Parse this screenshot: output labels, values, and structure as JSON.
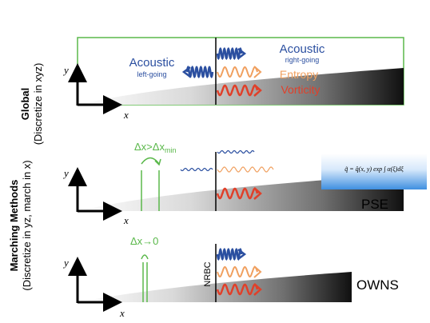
{
  "left_labels": {
    "global_title": "Global",
    "global_sub": "(Discretize in xyz)",
    "marching_title": "Marching Methods",
    "marching_sub": "(Discretize in yz, march in x)"
  },
  "axes": {
    "x": "x",
    "y": "y"
  },
  "global_panel": {
    "acoustic_left_label": "Acoustic",
    "acoustic_left_sub": "left-going",
    "acoustic_right_label": "Acoustic",
    "acoustic_right_sub": "right-going",
    "entropy_label": "Entropy",
    "vorticity_label": "Vorticity"
  },
  "pse_panel": {
    "step_label": "Δx>Δx",
    "step_sub": "min",
    "method_label": "PSE",
    "formula": "q̃ = q̂(x, y) exp ∫ α(ξ)dξ"
  },
  "owns_panel": {
    "step_label": "Δx→0",
    "boundary_label": "NRBC",
    "method_label": "OWNS"
  },
  "colors": {
    "acoustic": "#2b4fa0",
    "entropy": "#f0a060",
    "vorticity": "#e0402a",
    "step": "#5ab84a",
    "frame": "#5ab84a",
    "formula_box": "#3f8fe0"
  }
}
